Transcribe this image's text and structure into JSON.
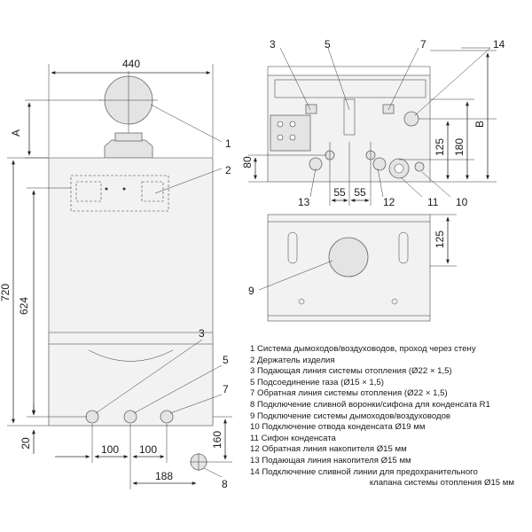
{
  "dimensions": {
    "width_440": "440",
    "height_720": "720",
    "height_624": "624",
    "base_20": "20",
    "label_A": "A",
    "label_B": "B",
    "dist_100_a": "100",
    "dist_100_b": "100",
    "dist_188": "188",
    "dist_160": "160",
    "dist_80": "80",
    "dist_55_a": "55",
    "dist_55_b": "55",
    "dist_125_top": "125",
    "dist_180": "180",
    "dist_125_bottom": "125"
  },
  "callouts": {
    "c1": "1",
    "c2": "2",
    "c3_front": "3",
    "c5_front": "5",
    "c7_front": "7",
    "c8": "8",
    "c3_top": "3",
    "c5_top": "5",
    "c7_top": "7",
    "c14": "14",
    "c13": "13",
    "c12": "12",
    "c11": "11",
    "c10": "10",
    "c9": "9"
  },
  "legend": [
    "1 Система дымоходов/воздуховодов, проход через стену",
    "2 Держатель изделия",
    "3 Подающая линия системы отопления (Ø22 × 1,5)",
    "5 Подсоединение газа (Ø15 × 1,5)",
    "7 Обратная линия системы отопления (Ø22 × 1,5)",
    "8 Подключение сливной воронки/сифона для конденсата R1",
    "9 Подключение системы дымоходов/воздуховодов",
    "10 Подключение отвода конденсата Ø19 мм",
    "11 Сифон конденсата",
    "12 Обратная линия накопителя Ø15 мм",
    "13 Подающая линия накопителя Ø15 мм",
    "14 Подключение сливной линии для предохранительного",
    "клапана системы отопления Ø15 мм"
  ]
}
